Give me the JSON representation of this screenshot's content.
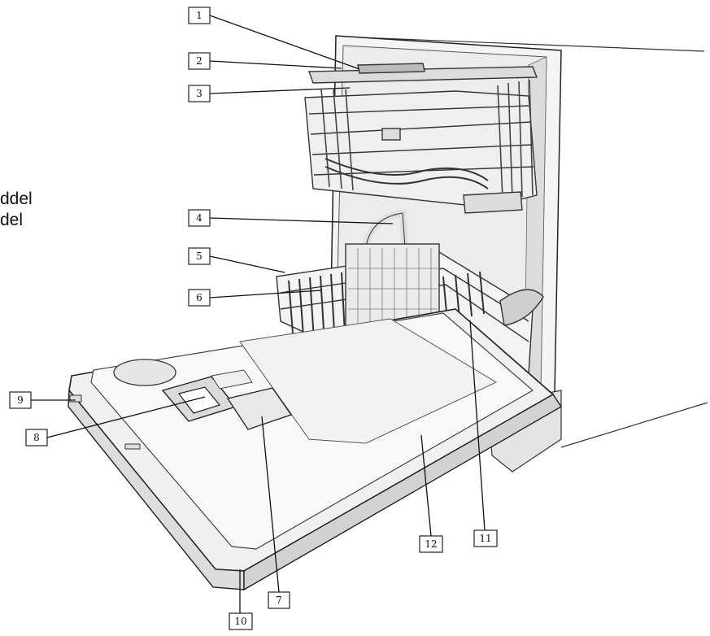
{
  "side_text": [
    "ddel",
    "del"
  ],
  "callouts": [
    {
      "id": "1",
      "label": "1"
    },
    {
      "id": "2",
      "label": "2"
    },
    {
      "id": "3",
      "label": "3"
    },
    {
      "id": "4",
      "label": "4"
    },
    {
      "id": "5",
      "label": "5"
    },
    {
      "id": "6",
      "label": "6"
    },
    {
      "id": "7",
      "label": "7"
    },
    {
      "id": "8",
      "label": "8"
    },
    {
      "id": "9",
      "label": "9"
    },
    {
      "id": "10",
      "label": "10"
    },
    {
      "id": "11",
      "label": "11"
    },
    {
      "id": "12",
      "label": "12"
    }
  ],
  "colors": {
    "line": "#222222",
    "fill_light": "#f7f7f7",
    "fill_mid": "#eaeaea",
    "fill_dark": "#d9d9d9"
  }
}
